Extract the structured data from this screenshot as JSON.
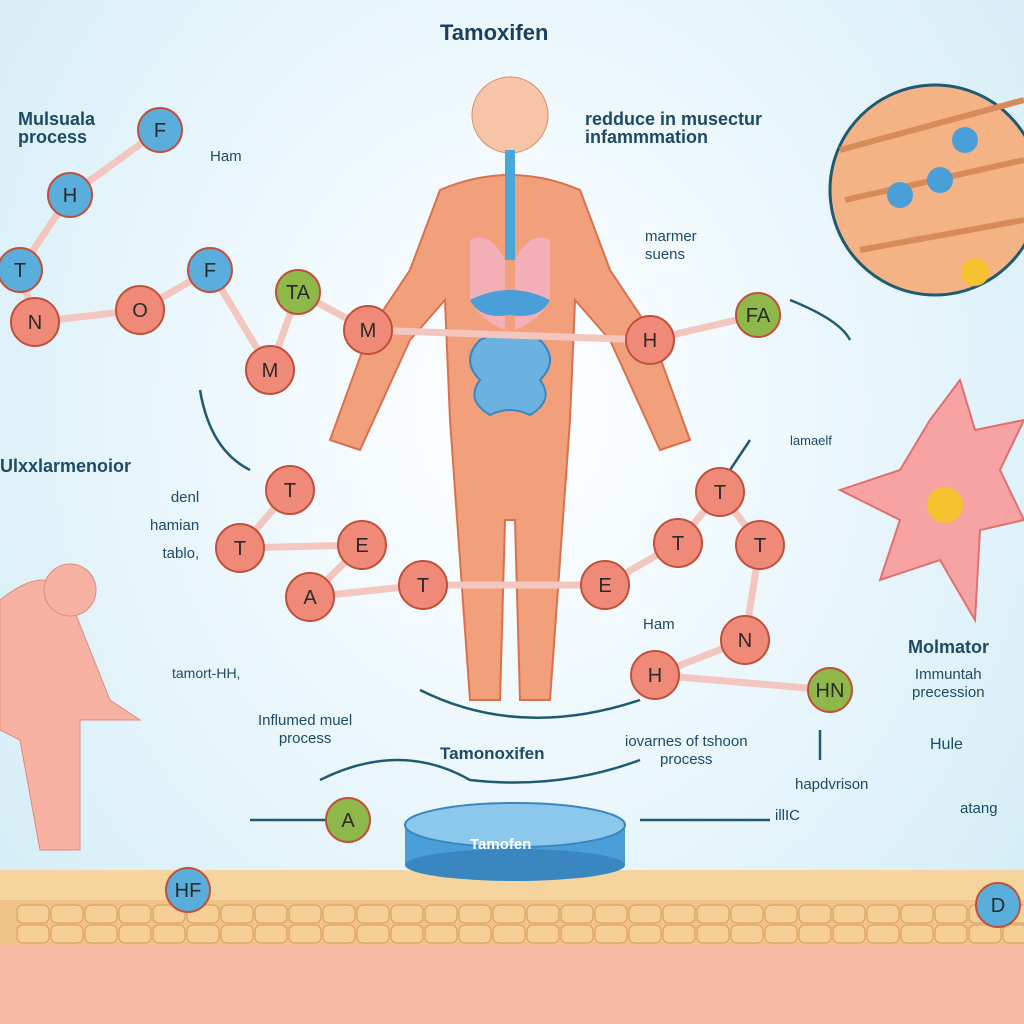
{
  "title": "Tamoxifen",
  "labels": {
    "top_left": [
      "Mulsuala",
      "process"
    ],
    "ham_top": "Ham",
    "top_center": [
      "redduce in  musectur",
      "infammmation"
    ],
    "marker": [
      "marmer",
      "suens"
    ],
    "lamaelf": "lamaelf",
    "left_mid": "Ulxxlarmenoior",
    "left_small": [
      "denl",
      "hamian",
      "tablo,"
    ],
    "tamort": "tamort-HH,",
    "influmed": [
      "Influmed muel",
      "process"
    ],
    "tamonoxifen": "Tamonoxifen",
    "iovarnes": [
      "iovarnes of tshoon",
      "process"
    ],
    "ham_right": "Ham",
    "molmator": "Molmator",
    "molmator_sub": [
      "Immuntah",
      "precession"
    ],
    "hule": "Hule",
    "hapdvrison": "hapdvrison",
    "atang": "atang",
    "illic": "illIC",
    "disk": "Tamofen"
  },
  "nodes": [
    "F",
    "H",
    "T",
    "N",
    "O",
    "F",
    "M",
    "TA",
    "M",
    "H",
    "FA",
    "T",
    "T",
    "E",
    "A",
    "T",
    "E",
    "T",
    "T",
    "T",
    "N",
    "H",
    "HN",
    "A",
    "HF",
    "D"
  ],
  "colors": {
    "red_node": "#f08a78",
    "blue_node": "#5aaedc",
    "green_node": "#8fb84a",
    "muscle": "#f0a07a",
    "skin": "#f7b8a8",
    "text": "#1d4a66",
    "arrow": "#1f5a70",
    "ground": "#f2c98a"
  }
}
